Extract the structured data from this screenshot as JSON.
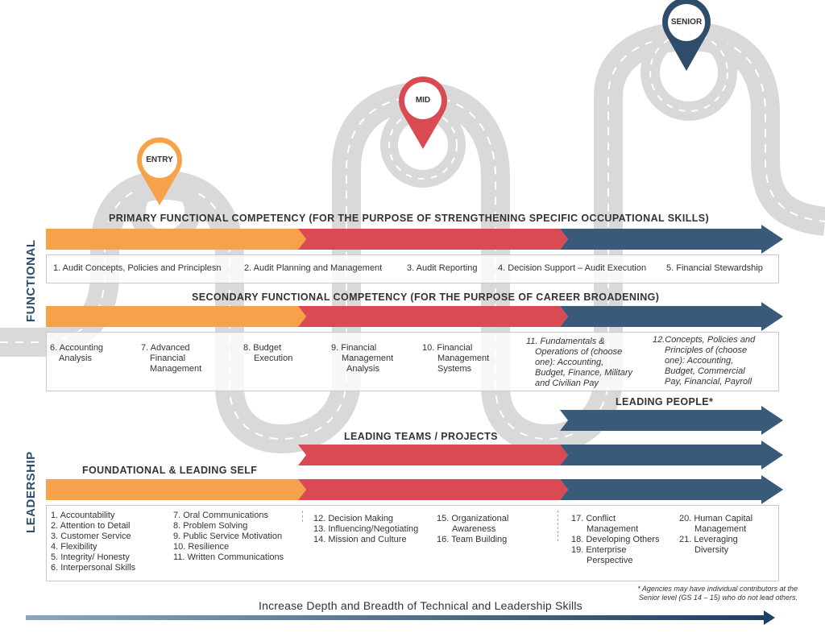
{
  "colors": {
    "entry": "#f7a24a",
    "mid": "#d94a53",
    "senior": "#3a5a7a",
    "road": "#d9d9d9",
    "road_dash": "#ffffff",
    "text": "#333333"
  },
  "pins": {
    "entry": "ENTRY",
    "mid": "MID",
    "senior": "SENIOR"
  },
  "side_labels": {
    "functional": "FUNCTIONAL",
    "leadership": "LEADERSHIP"
  },
  "primary": {
    "heading": "PRIMARY FUNCTIONAL COMPETENCY (FOR THE PURPOSE OF STRENGTHENING SPECIFIC OCCUPATIONAL SKILLS)",
    "items": [
      "1. Audit Concepts, Policies and Principlesn",
      "2. Audit Planning and Management",
      "3. Audit Reporting",
      "4. Decision Support – Audit Execution",
      "5. Financial Stewardship"
    ]
  },
  "secondary": {
    "heading": "SECONDARY FUNCTIONAL COMPETENCY (FOR THE PURPOSE OF CAREER BROADENING)",
    "items": [
      [
        "6. Accounting",
        "Analysis"
      ],
      [
        "7. Advanced",
        "Financial",
        "Management"
      ],
      [
        "8. Budget",
        "Execution"
      ],
      [
        "9. Financial",
        "Management",
        "Analysis"
      ],
      [
        "10. Financial",
        "Management",
        "Systems"
      ],
      [
        "11. Fundamentals &",
        "Operations of (choose",
        "one): Accounting,",
        "Budget, Finance, Military",
        "and Civilian Pay"
      ],
      [
        "12.Concepts, Policies and",
        "Principles of (choose",
        "one): Accounting,",
        "Budget, Commercial",
        "Pay, Financial, Payroll"
      ]
    ]
  },
  "leadership": {
    "leading_people": "LEADING PEOPLE*",
    "leading_teams": "LEADING TEAMS / PROJECTS",
    "foundational": "FOUNDATIONAL & LEADING SELF",
    "col1": [
      "1. Accountability",
      "2. Attention to Detail",
      "3. Customer Service",
      "4. Flexibility",
      "5. Integrity/ Honesty",
      "6. Interpersonal Skills"
    ],
    "col2": [
      "7. Oral Communications",
      "8. Problem Solving",
      "9. Public Service Motivation",
      "10. Resilience",
      "11. Written Communications"
    ],
    "col3": [
      "12. Decision Making",
      "13. Influencing/Negotiating",
      "14. Mission and Culture"
    ],
    "col4": [
      "15. Organizational",
      "Awareness",
      "16. Team Building"
    ],
    "col5": [
      "17. Conflict",
      "Management",
      "18. Developing Others",
      "19. Enterprise",
      "Perspective"
    ],
    "col6": [
      "20. Human Capital",
      "Management",
      "21. Leveraging",
      "Diversity"
    ]
  },
  "footnote": [
    "* Agencies may have individual contributors at the",
    "Senior level (GS 14 – 15) who do not lead others."
  ],
  "bottom": "Increase Depth and Breadth of Technical and Leadership Skills"
}
